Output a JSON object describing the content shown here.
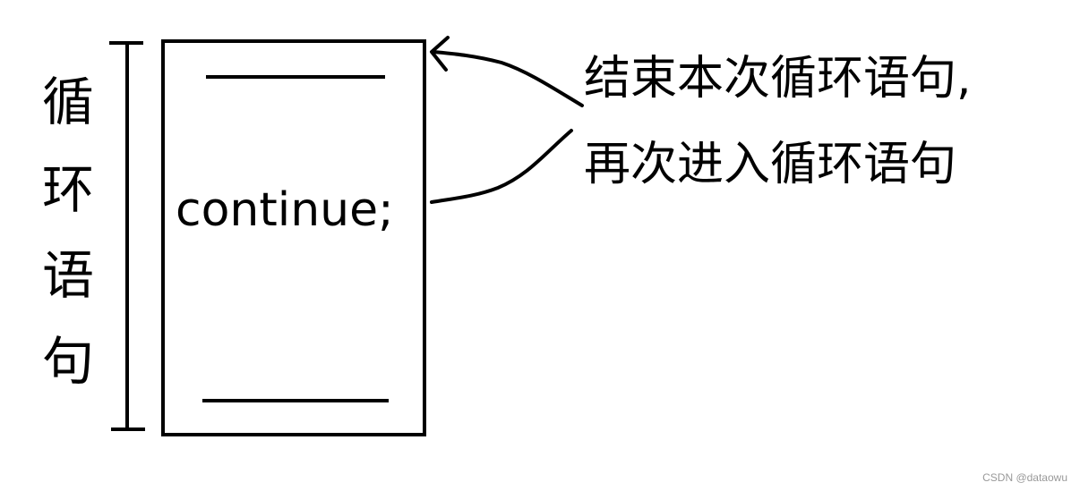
{
  "loop_label": [
    "循",
    "环",
    "语",
    "句"
  ],
  "code_statement": "continue;",
  "callout": {
    "line1": "结束本次循环语句,",
    "line2": "再次进入循环语句"
  },
  "watermark": "CSDN @dataowu",
  "colors": {
    "stroke": "#000000",
    "background": "#ffffff",
    "watermark": "#999999"
  }
}
